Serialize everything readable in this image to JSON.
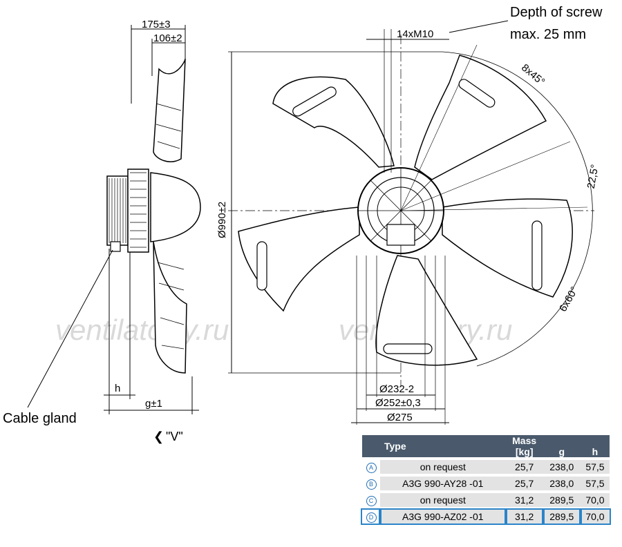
{
  "side_view": {
    "dim_175": "175±3",
    "dim_106": "106±2",
    "dim_h": "h",
    "dim_g": "g±1",
    "cable_gland": "Cable gland",
    "view_label": "\"V\""
  },
  "front_view": {
    "thread": "14xM10",
    "depth_note_1": "Depth of screw",
    "depth_note_2": "max. 25 mm",
    "angle_8x45": "8x45°",
    "angle_22_5": "22,5°",
    "angle_6x60": "6x60°",
    "dia_990": "Ø990±2",
    "dia_232": "Ø232-2",
    "dia_252": "Ø252±0,3",
    "dia_275": "Ø275"
  },
  "watermark": "ventilatorry.ru",
  "table": {
    "headers": {
      "type": "Type",
      "mass": "Mass",
      "mass_unit": "[kg]",
      "g": "g",
      "h": "h"
    },
    "rows": [
      {
        "id": "A",
        "type": "on request",
        "mass": "25,7",
        "g": "238,0",
        "h": "57,5"
      },
      {
        "id": "B",
        "type": "A3G 990-AY28  -01",
        "mass": "25,7",
        "g": "238,0",
        "h": "57,5"
      },
      {
        "id": "C",
        "type": "on request",
        "mass": "31,2",
        "g": "289,5",
        "h": "70,0"
      },
      {
        "id": "D",
        "type": "A3G 990-AZ02  -01",
        "mass": "31,2",
        "g": "289,5",
        "h": "70,0"
      }
    ]
  },
  "colors": {
    "header_bg": "#4a5a6c",
    "row_bg": "#e3e3e3",
    "highlight": "#2a84c9"
  }
}
